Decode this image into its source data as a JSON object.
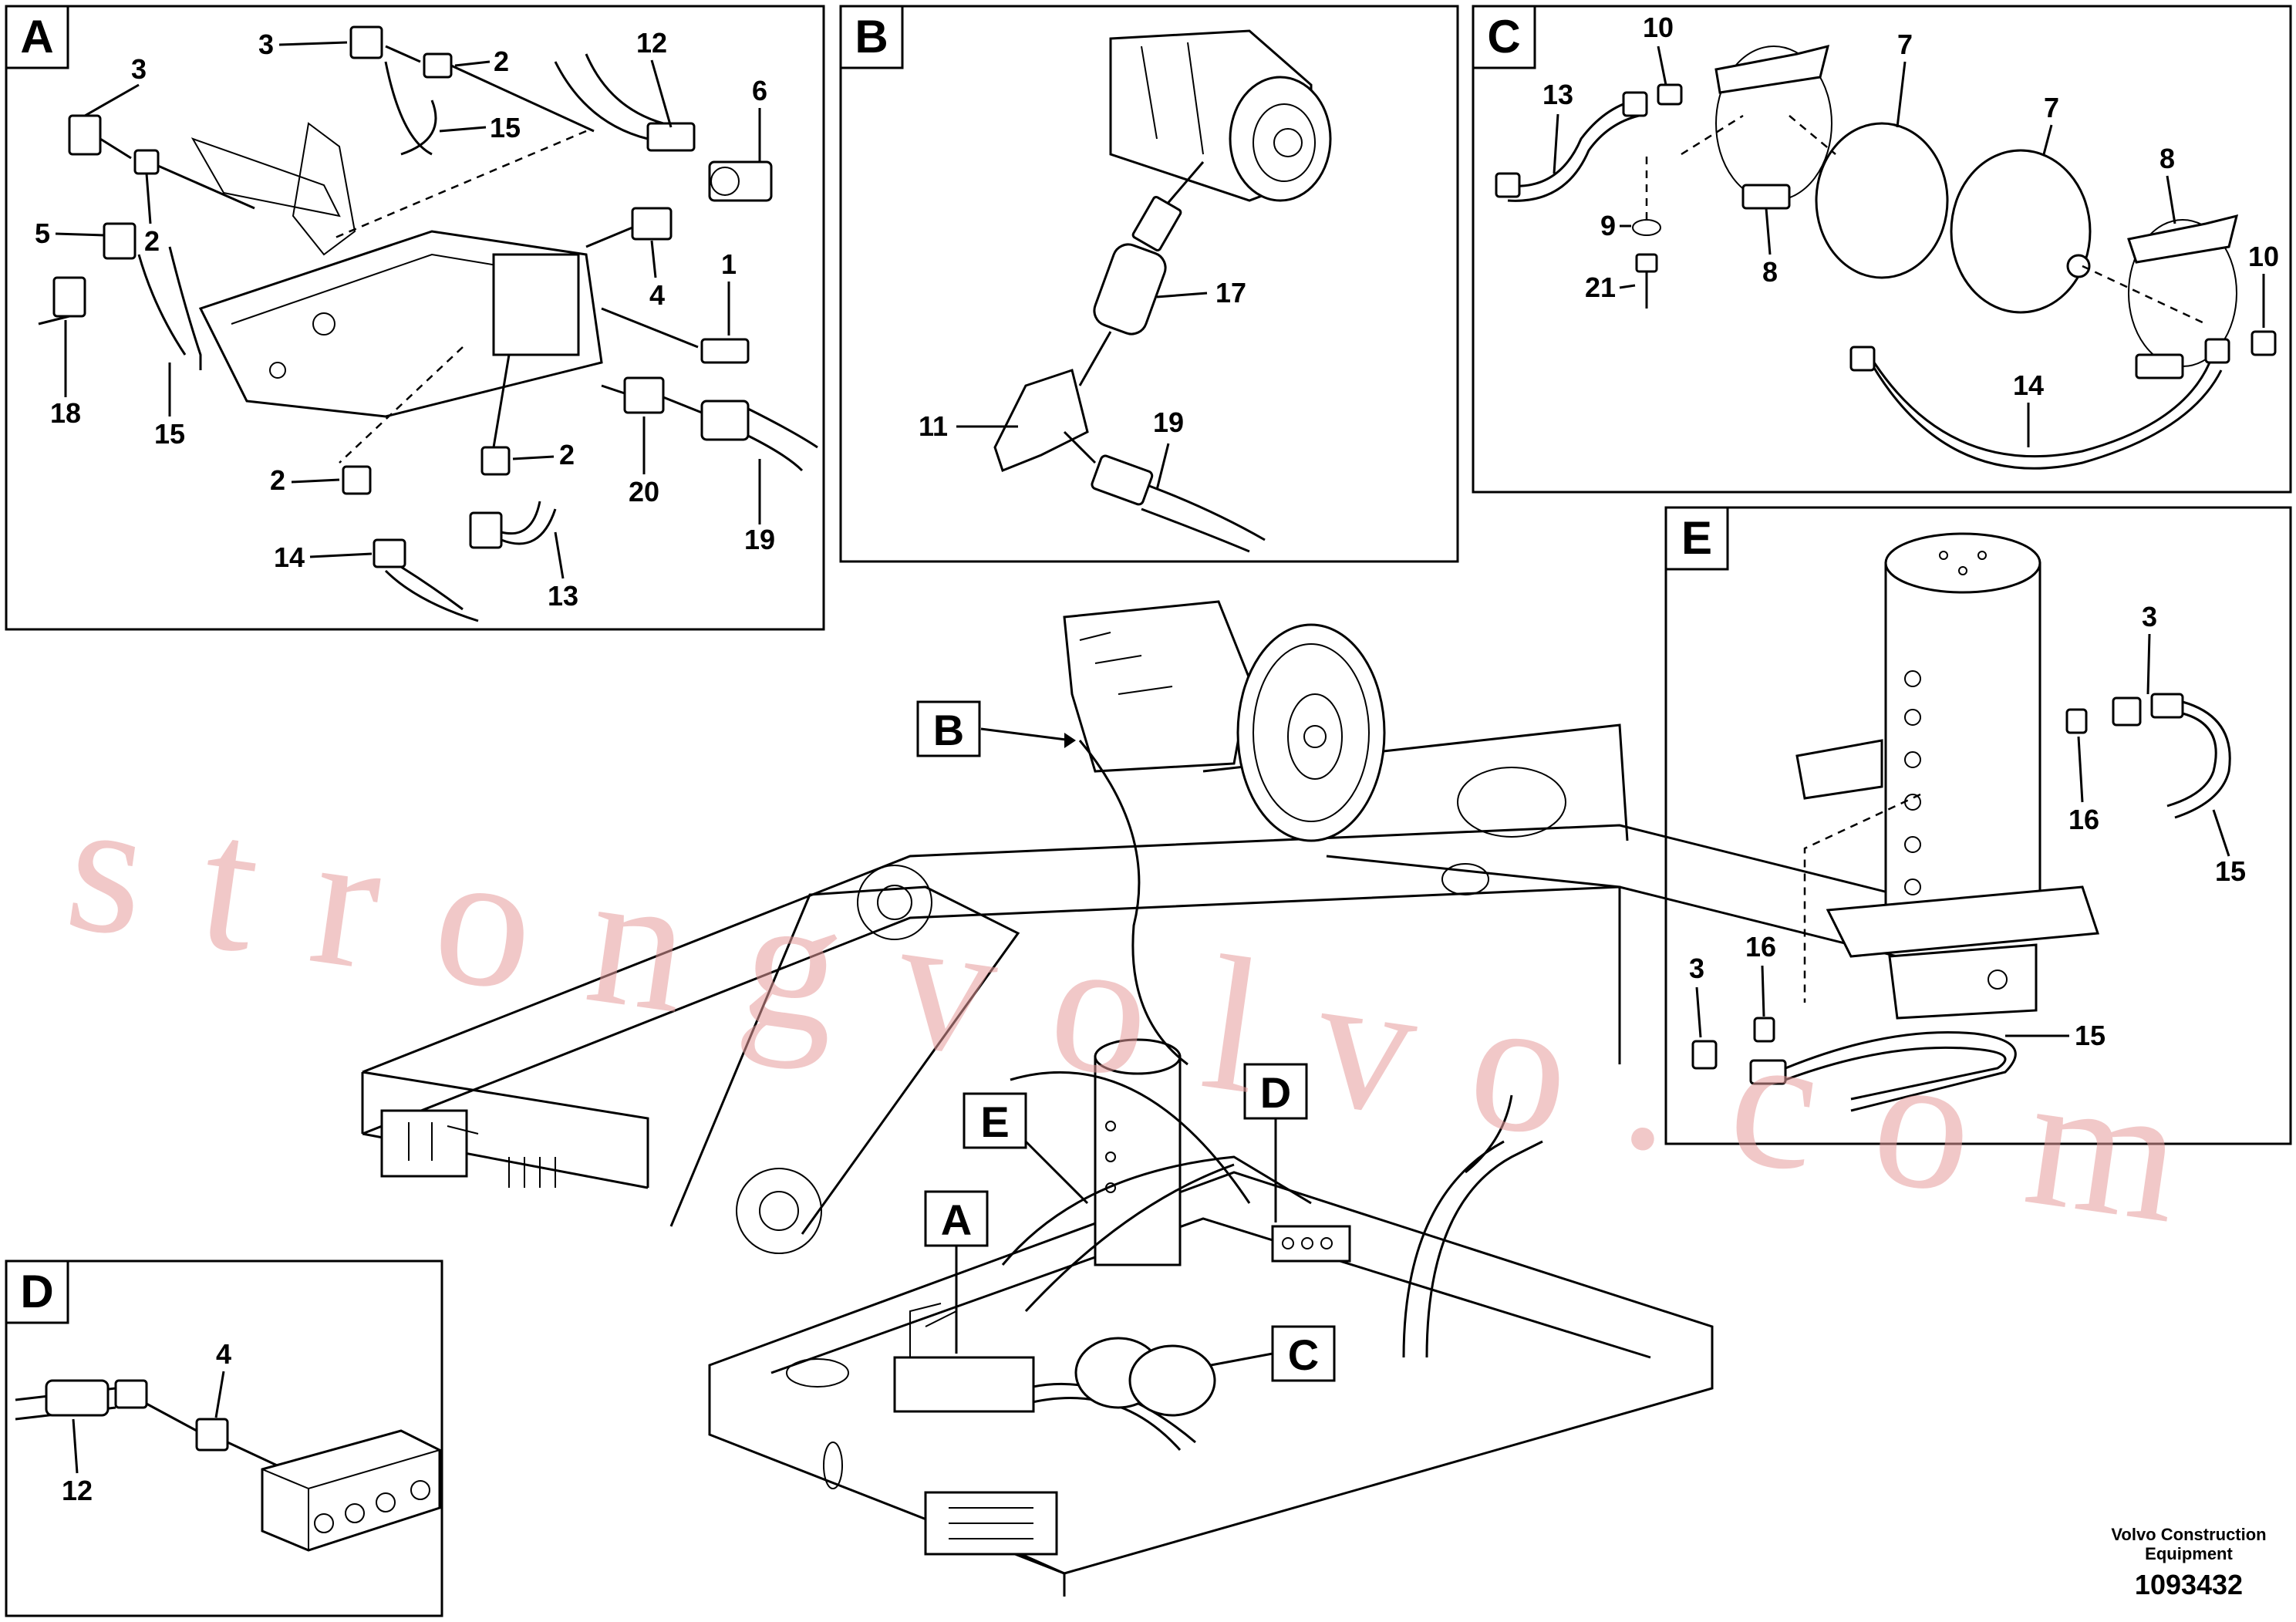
{
  "panels": {
    "A": {
      "letter": "A",
      "callouts": [
        "3",
        "2",
        "12",
        "6",
        "3",
        "15",
        "5",
        "2",
        "4",
        "1",
        "18",
        "15",
        "2",
        "2",
        "20",
        "19",
        "14",
        "13"
      ]
    },
    "B": {
      "letter": "B",
      "callouts": [
        "17",
        "11",
        "19"
      ]
    },
    "C": {
      "letter": "C",
      "callouts": [
        "10",
        "7",
        "7",
        "13",
        "9",
        "21",
        "8",
        "8",
        "10",
        "14"
      ]
    },
    "D": {
      "letter": "D",
      "callouts": [
        "4",
        "12"
      ]
    },
    "E": {
      "letter": "E",
      "callouts": [
        "3",
        "16",
        "15",
        "3",
        "16",
        "15"
      ]
    }
  },
  "main_markers": [
    "B",
    "E",
    "D",
    "A",
    "C"
  ],
  "watermark": "strongvolvo.com",
  "footer": {
    "company_line1": "Volvo Construction",
    "company_line2": "Equipment",
    "drawing_number": "1093432"
  },
  "colors": {
    "line": "#000000",
    "background": "#ffffff",
    "watermark": "#e59a9a"
  }
}
